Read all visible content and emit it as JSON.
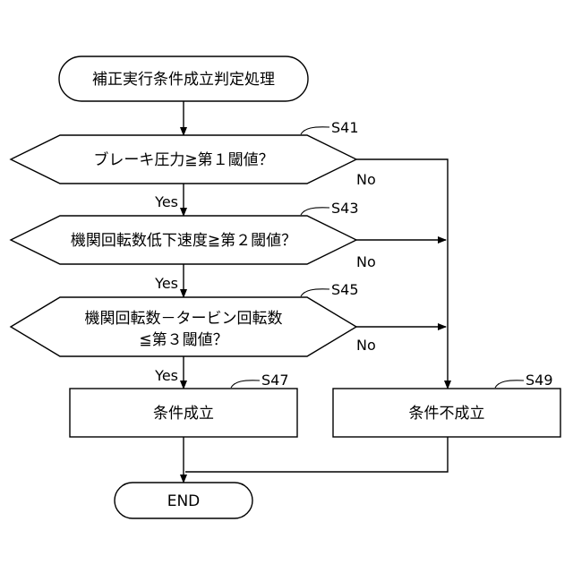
{
  "nodes": {
    "start": "補正実行条件成立判定処理",
    "d1": "ブレーキ圧力≧第１閾値？",
    "d2": "機関回転数低下速度≧第２閾値？",
    "d3_line1": "機関回転数－タービン回転数",
    "d3_line2": "≦第３閾値？",
    "p1": "条件成立",
    "p2": "条件不成立",
    "end": "END"
  },
  "steps": {
    "d1": "S41",
    "d2": "S43",
    "d3": "S45",
    "p1": "S47",
    "p2": "S49"
  },
  "edges": {
    "d1_yes": "Yes",
    "d1_no": "No",
    "d2_yes": "Yes",
    "d2_no": "No",
    "d3_yes": "Yes",
    "d3_no": "No"
  }
}
